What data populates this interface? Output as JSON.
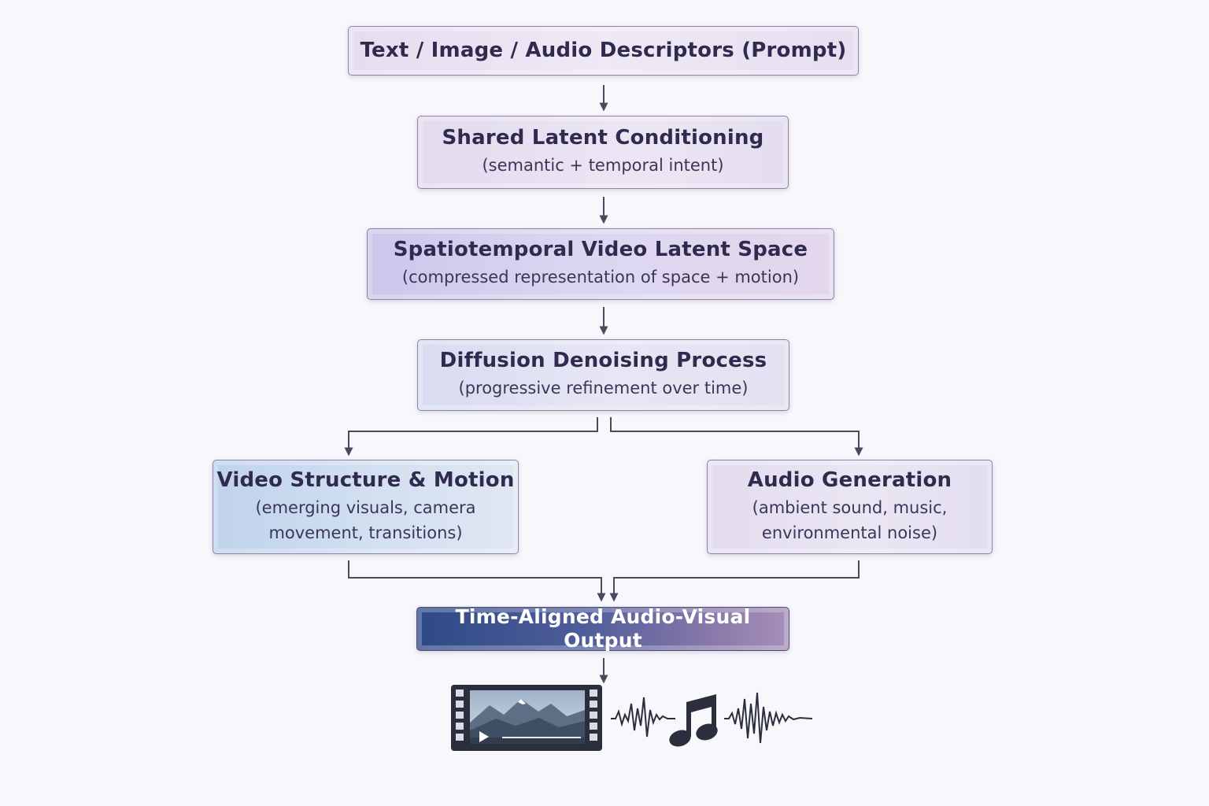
{
  "diagram": {
    "prompt": {
      "title": "Text / Image / Audio Descriptors (Prompt)"
    },
    "conditioning": {
      "title": "Shared Latent Conditioning",
      "subtitle": "(semantic + temporal intent)"
    },
    "latent_space": {
      "title": "Spatiotemporal Video Latent Space",
      "subtitle": "(compressed representation of space + motion)"
    },
    "diffusion": {
      "title": "Diffusion Denoising Process",
      "subtitle": "(progressive refinement over time)"
    },
    "video_branch": {
      "title": "Video Structure & Motion",
      "subtitle_line1": "(emerging visuals, camera",
      "subtitle_line2": "movement, transitions)"
    },
    "audio_branch": {
      "title": "Audio Generation",
      "subtitle_line1": "(ambient sound, music,",
      "subtitle_line2": "environmental noise)"
    },
    "output": {
      "title": "Time-Aligned Audio-Visual Output"
    },
    "media_icons": [
      "video-player-icon",
      "audio-waveform-icon",
      "music-note-icon"
    ]
  },
  "colors": {
    "connector": "#4a4a5e",
    "output_start": "#2d4a86",
    "output_end": "#a590b8",
    "icon_dark": "#2b2f3d"
  }
}
